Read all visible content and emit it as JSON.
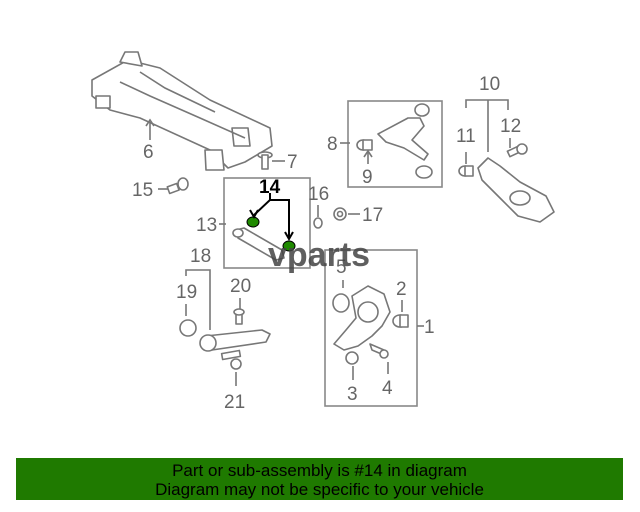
{
  "callouts": {
    "c1": "1",
    "c2": "2",
    "c3": "3",
    "c4": "4",
    "c5": "5",
    "c6": "6",
    "c7": "7",
    "c8": "8",
    "c9": "9",
    "c10": "10",
    "c11": "11",
    "c12": "12",
    "c13": "13",
    "c14": "14",
    "c15": "15",
    "c16": "16",
    "c17": "17",
    "c18": "18",
    "c19": "19",
    "c20": "20",
    "c21": "21"
  },
  "highlighted_part": "14",
  "watermark": "vparts",
  "banner": {
    "line1": "Part or sub-assembly is #14 in diagram",
    "line2": "Diagram may not be specific to your vehicle"
  },
  "colors": {
    "banner_bg": "#1f7a00",
    "highlight": "#1f8a00",
    "line": "#777777"
  }
}
